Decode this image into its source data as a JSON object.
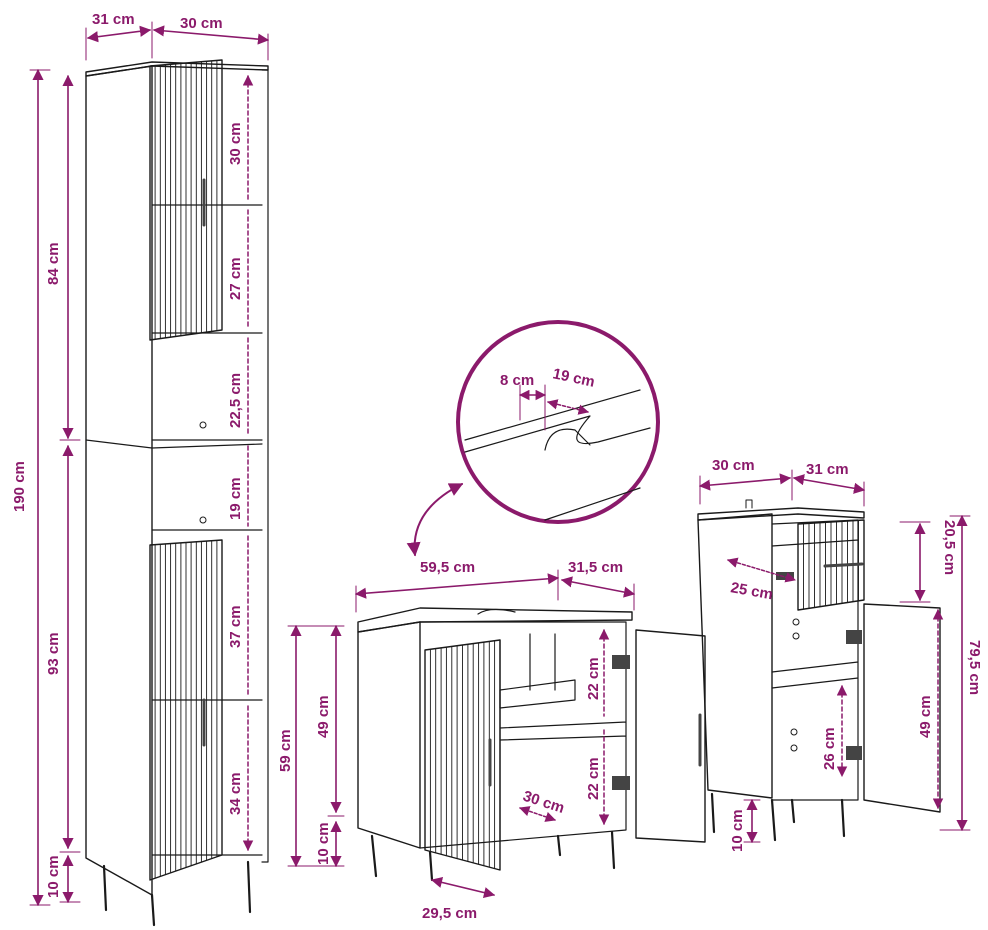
{
  "colors": {
    "dimension": "#8b1a6b",
    "outline": "#1a1a1a",
    "hardware": "#444444",
    "background": "#ffffff"
  },
  "tall_cabinet": {
    "depth": "31 cm",
    "width": "30 cm",
    "total_height": "190 cm",
    "upper_height": "84 cm",
    "lower_height": "93 cm",
    "leg_height": "10 cm",
    "shelf_1": "30 cm",
    "shelf_2": "27 cm",
    "shelf_3": "22,5 cm",
    "shelf_4": "19 cm",
    "shelf_5": "37 cm",
    "shelf_6": "34 cm"
  },
  "cutout_detail": {
    "depth": "8 cm",
    "width": "19 cm"
  },
  "sink_cabinet": {
    "width": "59,5 cm",
    "depth": "31,5 cm",
    "height": "59 cm",
    "inner_height": "49 cm",
    "leg_height": "10 cm",
    "upper_compartment": "22 cm",
    "lower_compartment": "22 cm",
    "shelf_depth": "30 cm",
    "door_width": "29,5 cm"
  },
  "small_cabinet": {
    "width": "30 cm",
    "depth": "31 cm",
    "drawer_height": "20,5 cm",
    "drawer_depth": "25 cm",
    "total_height": "79,5 cm",
    "compartment_height": "49 cm",
    "lower_compartment": "26 cm",
    "leg_height": "10 cm"
  }
}
